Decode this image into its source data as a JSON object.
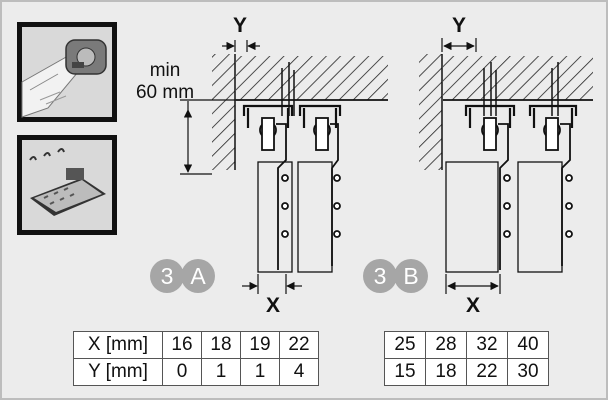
{
  "labels": {
    "min_line1": "min",
    "min_line2": "60 mm",
    "y_a": "Y",
    "y_b": "Y",
    "x_a": "X",
    "x_b": "X"
  },
  "badges": {
    "a_number": "3",
    "a_letter": "A",
    "b_number": "3",
    "b_letter": "B"
  },
  "icons": {
    "top": "tape-measure-icon",
    "bottom": "calculator-icon"
  },
  "colors": {
    "panel": "#ececec",
    "badge": "#a6a6a6",
    "line": "#111111",
    "border": "#bdbdbd"
  },
  "table_a": {
    "header_x": "X [mm]",
    "header_y": "Y [mm]",
    "x": [
      "16",
      "18",
      "19",
      "22"
    ],
    "y": [
      "0",
      "1",
      "1",
      "4"
    ]
  },
  "table_b": {
    "x": [
      "25",
      "28",
      "32",
      "40"
    ],
    "y": [
      "15",
      "18",
      "22",
      "30"
    ]
  }
}
